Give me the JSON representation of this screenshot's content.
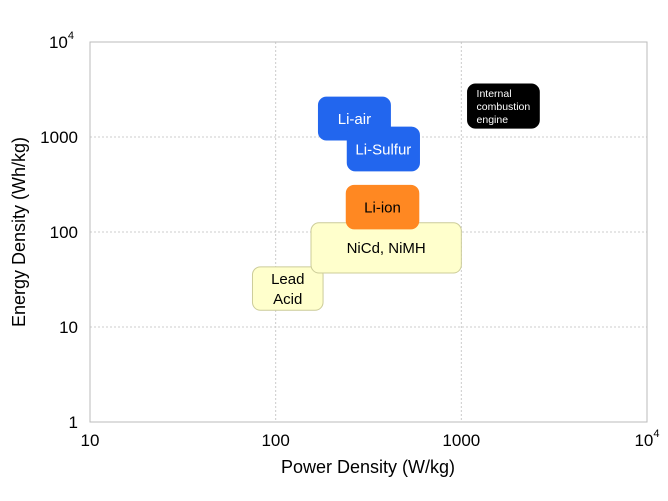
{
  "chart_data": {
    "type": "area",
    "xlabel": "Power Density (W/kg)",
    "ylabel": "Energy Density (Wh/kg)",
    "xscale": "log",
    "yscale": "log",
    "xlim": [
      10,
      10000
    ],
    "ylim": [
      1,
      10000
    ],
    "grid": true,
    "xticks": [
      {
        "v": 10,
        "label": "10"
      },
      {
        "v": 100,
        "label": "100"
      },
      {
        "v": 1000,
        "label": "1000"
      },
      {
        "v": 10000,
        "label": "10",
        "sup": "4"
      }
    ],
    "yticks": [
      {
        "v": 1,
        "label": "1"
      },
      {
        "v": 10,
        "label": "10"
      },
      {
        "v": 100,
        "label": "100"
      },
      {
        "v": 1000,
        "label": "1000"
      },
      {
        "v": 10000,
        "label": "10",
        "sup": "4"
      }
    ],
    "regions": [
      {
        "label": [
          "Lead",
          "Acid"
        ],
        "x": [
          75,
          180
        ],
        "y": [
          15,
          43
        ],
        "fill": "#FFFFCC",
        "text": "#000000",
        "stroke": "#CCCC99"
      },
      {
        "label": [
          "NiCd, NiMH"
        ],
        "x": [
          155,
          1000
        ],
        "y": [
          37,
          125
        ],
        "fill": "#FFFFCC",
        "text": "#000000",
        "stroke": "#CCCC99"
      },
      {
        "label": [
          "Li-ion"
        ],
        "x": [
          240,
          590
        ],
        "y": [
          108,
          310
        ],
        "fill": "#FF8822",
        "text": "#000000",
        "stroke": "#FF8822"
      },
      {
        "label": [
          "Li-air"
        ],
        "x": [
          170,
          415
        ],
        "y": [
          930,
          2630
        ],
        "fill": "#2266EE",
        "text": "#FFFFFF",
        "stroke": "#2266EE"
      },
      {
        "label": [
          "Li-Sulfur"
        ],
        "x": [
          243,
          595
        ],
        "y": [
          440,
          1270
        ],
        "fill": "#2266EE",
        "text": "#FFFFFF",
        "stroke": "#2266EE"
      },
      {
        "label": [
          "Internal",
          "combustion",
          "engine"
        ],
        "x": [
          1080,
          2630
        ],
        "y": [
          1240,
          3610
        ],
        "fill": "#000000",
        "text": "#FFFFFF",
        "stroke": "#000000",
        "small": true
      }
    ]
  }
}
